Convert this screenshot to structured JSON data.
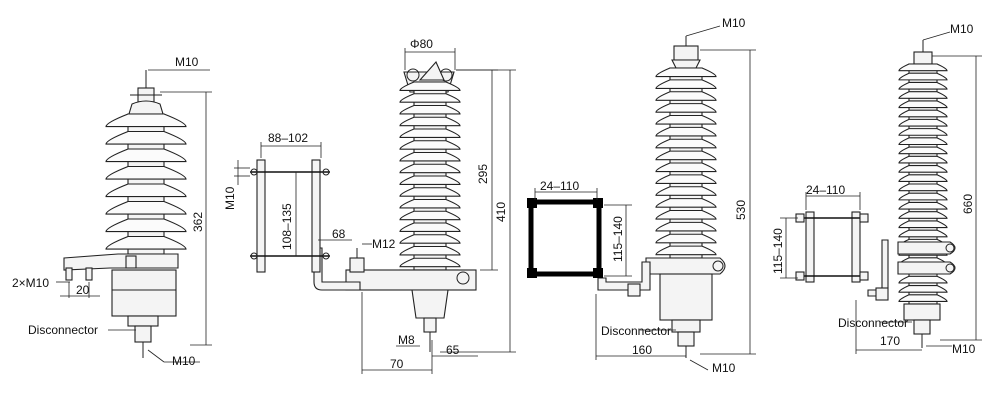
{
  "figure_1": {
    "top_bolt": "M10",
    "height": "362",
    "mount_bolts": "2×M10",
    "spacing": "20",
    "disconnector": "Disconnector",
    "bottom_bolt": "M10"
  },
  "figure_2": {
    "diameter": "Φ80",
    "bracket_width": "88–102",
    "bolt_size": "M10",
    "bracket_height": "108–135",
    "arm_length": "68",
    "arm_bolt": "M12",
    "upper_height": "295",
    "total_height": "410",
    "bottom_bolt": "M8",
    "offset_left": "70",
    "offset_right": "65"
  },
  "figure_3": {
    "top_bolt": "M10",
    "bracket_width": "24–110",
    "bracket_height": "115–140",
    "height": "530",
    "disconnector": "Disconnector",
    "offset": "160",
    "bottom_bolt": "M10"
  },
  "figure_4": {
    "top_bolt": "M10",
    "bracket_width": "24–110",
    "bracket_height": "115–140",
    "height": "660",
    "disconnector": "Disconnector",
    "offset": "170",
    "bottom_bolt": "M10"
  }
}
